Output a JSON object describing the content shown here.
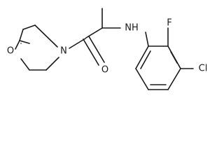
{
  "molecule": {
    "atoms": {
      "morpholine_oxygen": "O",
      "morpholine_nitrogen": "N",
      "carbonyl_oxygen": "O",
      "amine_nh": "NH",
      "fluorine": "F",
      "chlorine": "Cl"
    }
  }
}
